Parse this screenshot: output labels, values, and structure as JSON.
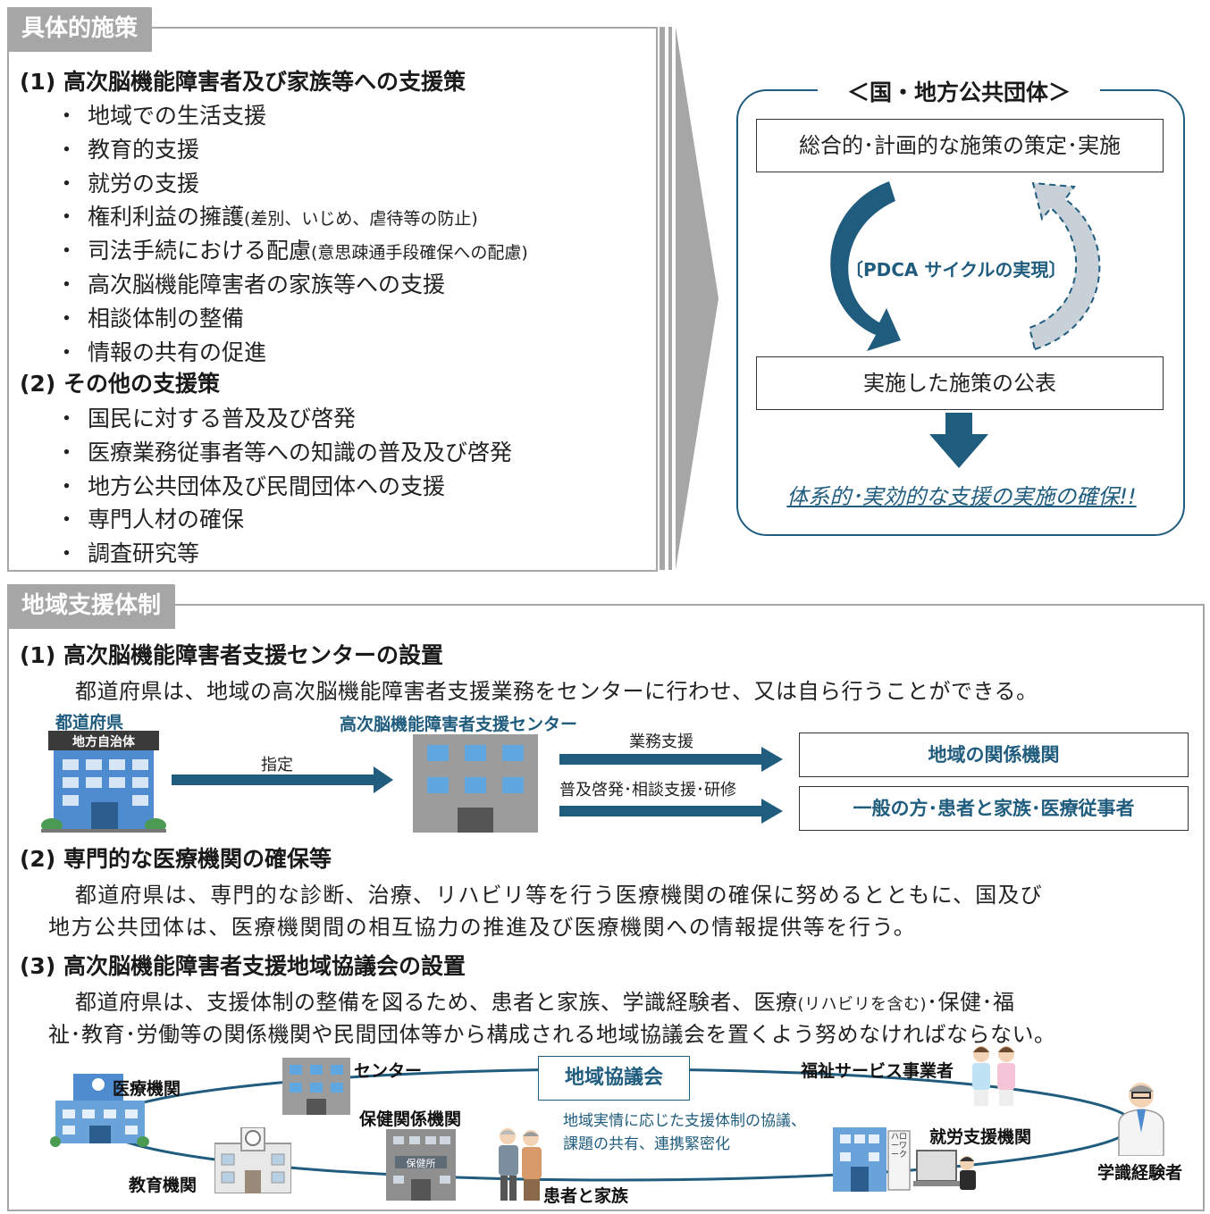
{
  "sections": {
    "measures": {
      "tag": "具体的施策",
      "h1": "(1) 高次脳機能障害者及び家族等への支援策",
      "list1": [
        {
          "text": "地域での生活支援",
          "note": ""
        },
        {
          "text": "教育的支援",
          "note": ""
        },
        {
          "text": "就労の支援",
          "note": ""
        },
        {
          "text": "権利利益の擁護",
          "note": "(差別、いじめ、虐待等の防止)"
        },
        {
          "text": "司法手続における配慮",
          "note": "(意思疎通手段確保への配慮)"
        },
        {
          "text": "高次脳機能障害者の家族等への支援",
          "note": ""
        },
        {
          "text": "相談体制の整備",
          "note": ""
        },
        {
          "text": "情報の共有の促進",
          "note": ""
        }
      ],
      "h2": "(2) その他の支援策",
      "list2": [
        {
          "text": "国民に対する普及及び啓発",
          "note": ""
        },
        {
          "text": "医療業務従事者等への知識の普及及び啓発",
          "note": ""
        },
        {
          "text": "地方公共団体及び民間団体への支援",
          "note": ""
        },
        {
          "text": "専門人材の確保",
          "note": ""
        },
        {
          "text": "調査研究等",
          "note": ""
        }
      ],
      "bullet": "・"
    },
    "gov": {
      "title": "＜国・地方公共団体＞",
      "box1": "総合的･計画的な施策の策定･実施",
      "cycle": "〔PDCA サイクルの実現〕",
      "box2": "実施した施策の公表",
      "result": "体系的･実効的な支援の実施の確保!!"
    },
    "regional": {
      "tag": "地域支援体制",
      "h1": "(1) 高次脳機能障害者支援センターの設置",
      "p1": "都道府県は、地域の高次脳機能障害者支援業務をセンターに行わせ、又は自ら行うことができる。",
      "pref_label": "都道府県",
      "pref_sign": "地方自治体",
      "designate": "指定",
      "center_label": "高次脳機能障害者支援センター",
      "work_support": "業務支援",
      "outreach": "普及啓発･相談支援･研修",
      "target1": "地域の関係機関",
      "target2": "一般の方･患者と家族･医療従事者",
      "h2": "(2) 専門的な医療機関の確保等",
      "p2a": "都道府県は、専門的な診断、治療、リハビリ等を行う医療機関の確保に努めるとともに、国及び",
      "p2b": "地方公共団体は、医療機関間の相互協力の推進及び医療機関への情報提供等を行う。",
      "h3": "(3) 高次脳機能障害者支援地域協議会の設置",
      "p3a": "都道府県は、支援体制の整備を図るため、患者と家族、学識経験者、医療",
      "p3a_note": "(リハビリを含む)",
      "p3a_end": "･保健･福",
      "p3b": "祉･教育･労働等の関係機関や民間団体等から構成される地域協議会を置くよう努めなければならない。",
      "council": "地域協議会",
      "council_desc1": "地域実情に応じた支援体制の協議、",
      "council_desc2": "課題の共有、連携緊密化",
      "nodes": {
        "medical": "医療機関",
        "center": "センター",
        "welfare": "福祉サービス事業者",
        "health": "保健関係機関",
        "employment": "就労支援機関",
        "education": "教育機関",
        "patients": "患者と家族",
        "experts": "学識経験者"
      },
      "health_sign": "保健所",
      "job_sign": "ハローワーク"
    }
  },
  "colors": {
    "accent": "#1f5c7e",
    "gray": "#a6a6a6",
    "arrow": "#1f5c7e"
  }
}
